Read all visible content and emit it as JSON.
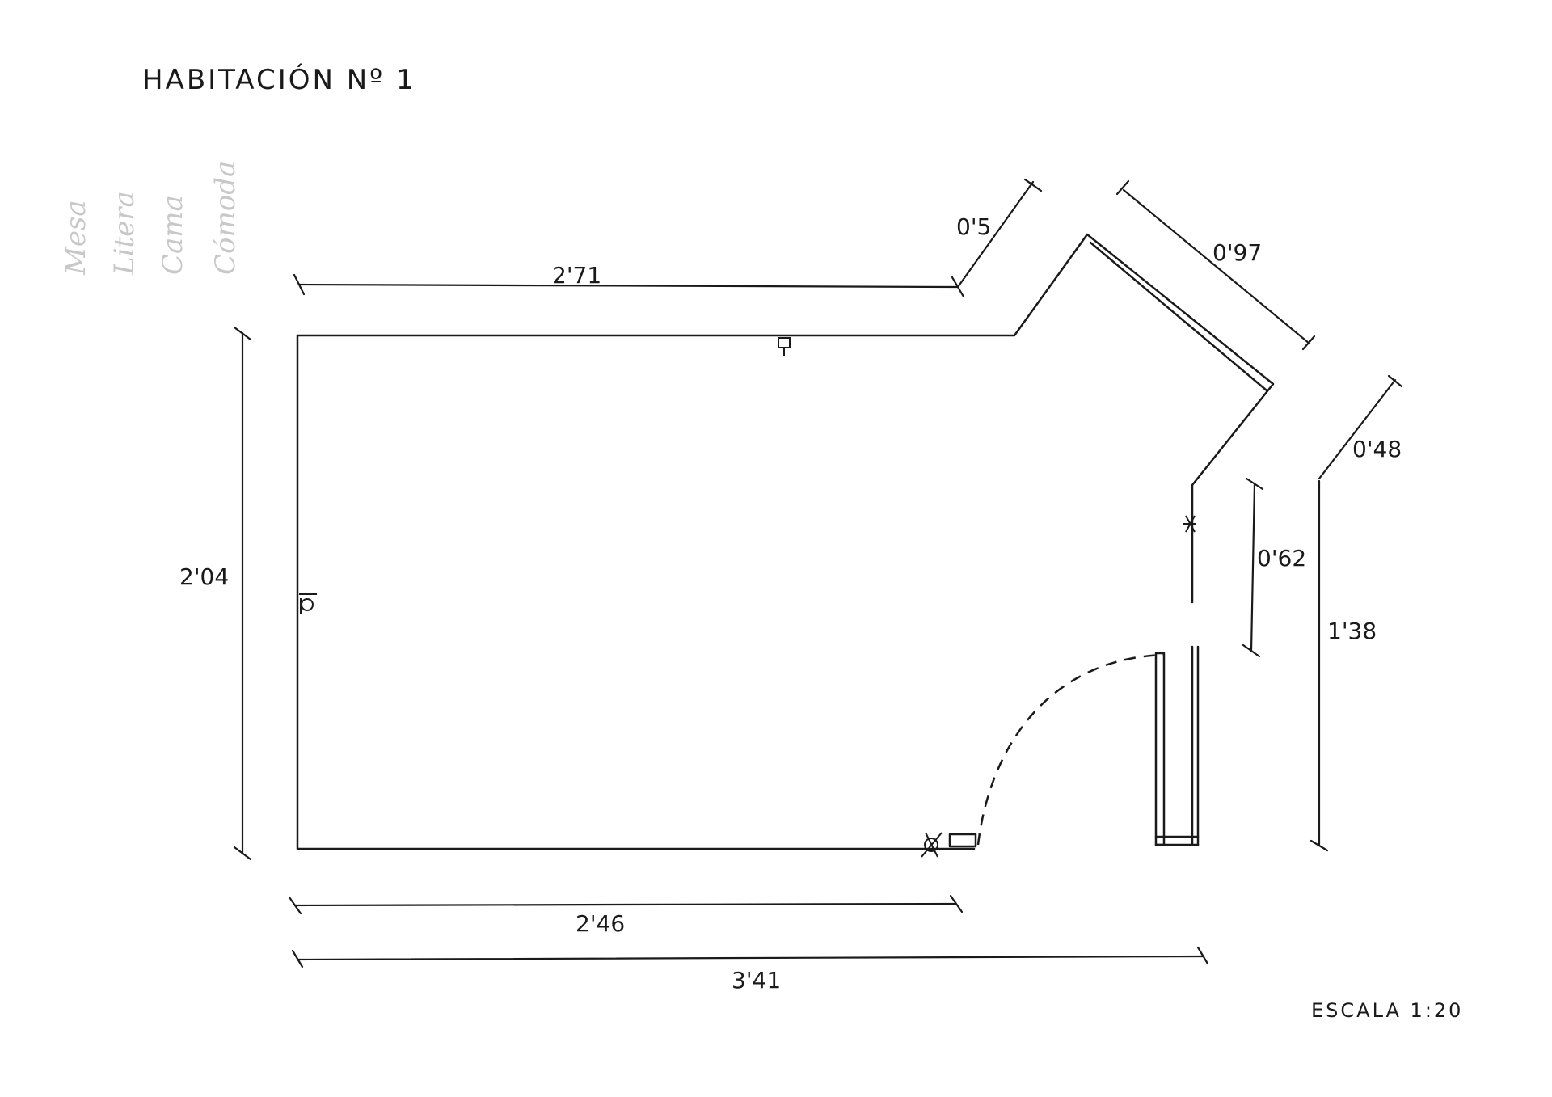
{
  "title": "HABITACIÓN Nº 1",
  "scale_note": "ESCALA 1:20",
  "faint_notes": [
    "Mesa",
    "Litera",
    "Cama",
    "Cómoda"
  ],
  "dimensions": {
    "top_wall": "2'71",
    "short_diagonal": "0'5",
    "long_diagonal": "0'97",
    "right_diagonal": "0'48",
    "left_wall": "2'04",
    "right_upper_wall": "0'62",
    "right_lower_wall": "1'38",
    "bottom_wall": "2'46",
    "total_width": "3'41"
  }
}
